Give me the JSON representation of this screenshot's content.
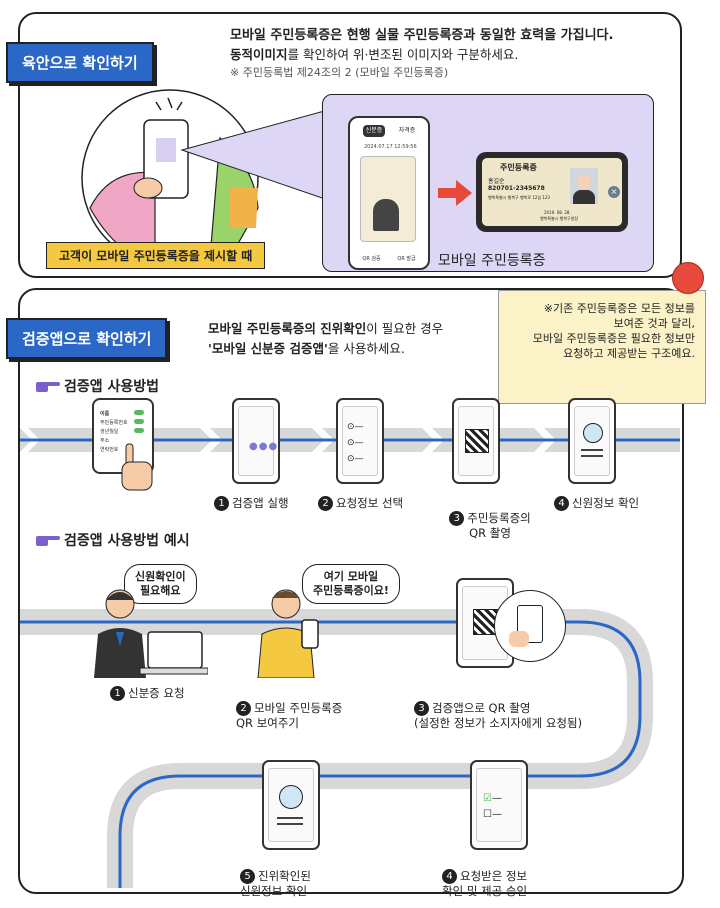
{
  "section1": {
    "tag": "육안으로 확인하기",
    "heading_line1": "모바일 주민등록증은 현행 실물 주민등록증과 동일한 효력을 가집니다.",
    "heading_line2_bold": "동적이미지",
    "heading_line2_rest": "를 확인하여 위·변조된 이미지와 구분하세요.",
    "footnote": "※ 주민등록법 제24조의 2 (모바일 주민등록증)",
    "caption": "고객이 모바일 주민등록증을 제시할 때",
    "card_label": "모바일 주민등록증",
    "id_card": {
      "title": "주민등록증",
      "name": "홍길순",
      "number": "820701-2345678",
      "address": "행복특별시 행복구 행복로 12길 123",
      "date": "2019. 08. 28.",
      "issuer": "행복특별시 행복구청장"
    },
    "phone_screen": {
      "tab1": "신분증",
      "tab2": "자격증",
      "timestamp": "2024.07.17 12:59:56",
      "btn1": "QR 검증",
      "btn2": "QR 발급"
    },
    "small_phone_title": "모바일 주민등록증"
  },
  "section2": {
    "tag": "검증앱으로 확인하기",
    "intro_line1_bold": "모바일 주민등록증의 진위확인",
    "intro_line1_rest": "이 필요한 경우",
    "intro_line2_bold": "'모바일 신분증 검증앱'",
    "intro_line2_rest": "을 사용하세요.",
    "note": "※기존 주민등록증은 모든 정보를\n보여준 것과 달리,\n모바일 주민등록증은 필요한 정보만\n요청하고 제공받는 구조예요.",
    "usage_title": "검증앱 사용방법",
    "usage_steps": [
      {
        "num": "1",
        "label": "검증앱 실행"
      },
      {
        "num": "2",
        "label": "요청정보 선택"
      },
      {
        "num": "3",
        "label": "주민등록증의\nQR 촬영"
      },
      {
        "num": "4",
        "label": "신원정보 확인"
      }
    ],
    "app_list": [
      "이름",
      "주민등록번호",
      "생년월일",
      "주소",
      "연락번호"
    ],
    "example_title": "검증앱 사용방법 예시",
    "example_steps": [
      {
        "num": "1",
        "label": "신분증 요청"
      },
      {
        "num": "2",
        "label": "모바일 주민등록증\nQR 보여주기"
      },
      {
        "num": "3",
        "label": "검증앱으로 QR 촬영\n(설정한 정보가 소지자에게 요청됨)"
      },
      {
        "num": "4",
        "label": "요청받은 정보\n확인 및 제공 승인"
      },
      {
        "num": "5",
        "label": "진위확인된\n신원정보 확인"
      }
    ],
    "bubble1": "신원확인이\n필요해요",
    "bubble2": "여기 모바일\n주민등록증이요!"
  },
  "colors": {
    "accent_blue": "#2b67c7",
    "caption_yellow": "#f5c842",
    "panel_lavender": "#ddd7f5",
    "arrow_gray": "#c9c9c9",
    "note_yellow": "#fbf3c7",
    "pin_red": "#e74a3b"
  }
}
